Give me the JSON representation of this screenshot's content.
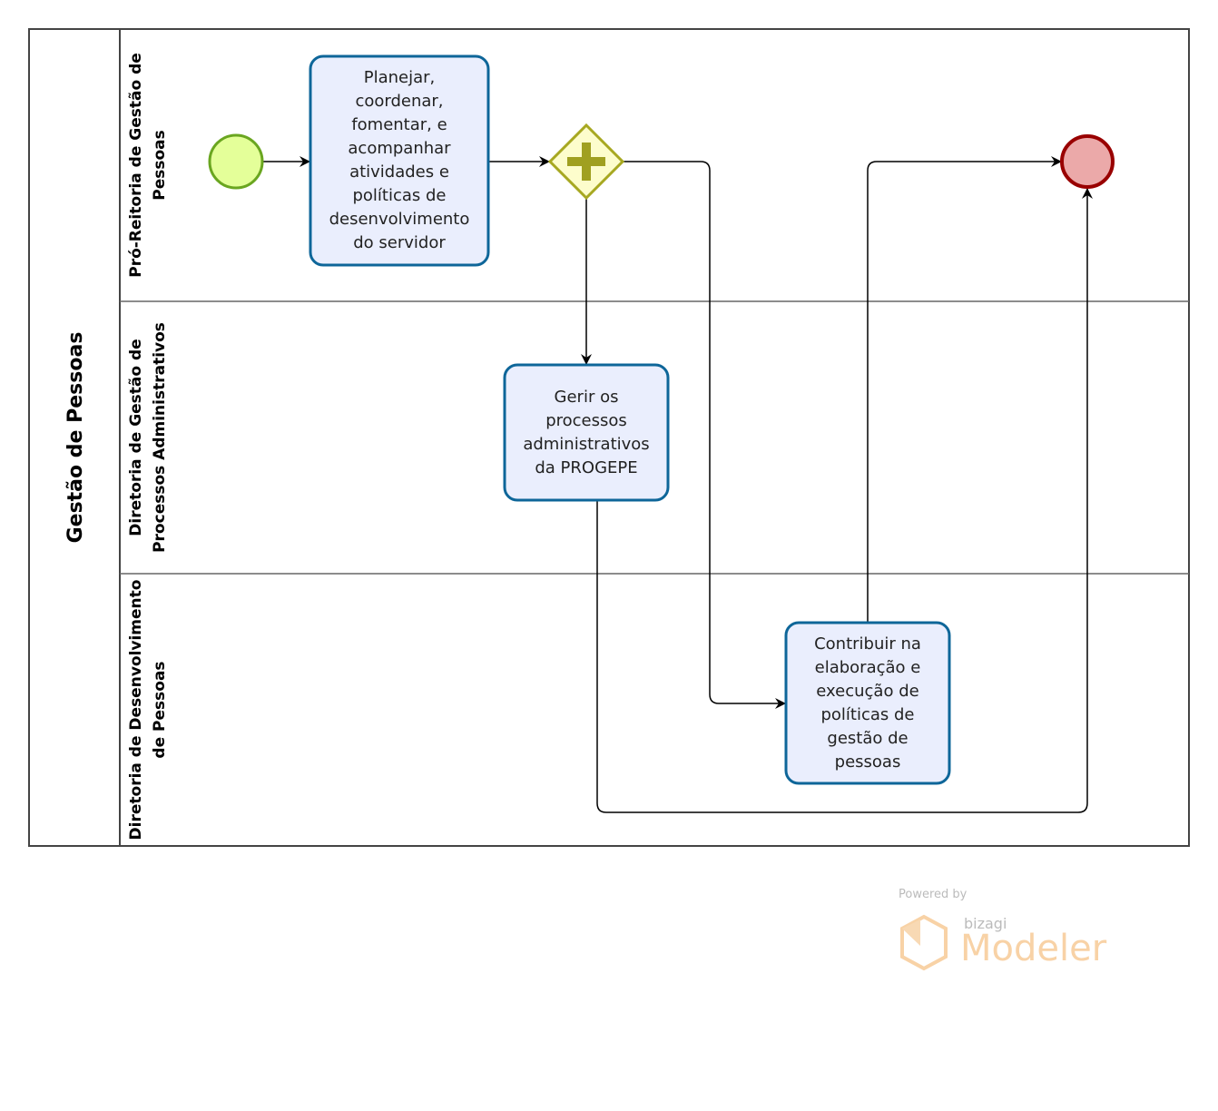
{
  "pool": {
    "title": "Gestão de Pessoas"
  },
  "lanes": [
    {
      "label_line1": "Pró-Reitoria de Gestão de",
      "label_line2": "Pessoas"
    },
    {
      "label_line1": "Diretoria de Gestão de",
      "label_line2": "Processos Administrativos"
    },
    {
      "label_line1": "Diretoria de Desenvolvimento",
      "label_line2": "de Pessoas"
    }
  ],
  "tasks": [
    {
      "text": "Planejar, coordenar, fomentar, e acompanhar atividades e políticas de desenvolvimento do servidor"
    },
    {
      "text": "Gerir os processos administrativos da PROGEPE"
    },
    {
      "text": "Contribuir na elaboração e execução de políticas de gestão de pessoas"
    }
  ],
  "events": {
    "start": "start-event",
    "end": "end-event"
  },
  "gateway": {
    "type": "parallel",
    "icon": "plus-icon"
  },
  "colors": {
    "task_fill": "#eaeefd",
    "task_stroke": "#0e6699",
    "start_fill": "#e4ff99",
    "start_stroke": "#6aa620",
    "end_fill": "#eba9a9",
    "end_stroke": "#990000",
    "gateway_fill": "#fdfdcc",
    "gateway_stroke": "#a7a821"
  },
  "watermark": {
    "powered": "Powered by",
    "brand": "bizagi",
    "product": "Modeler"
  }
}
